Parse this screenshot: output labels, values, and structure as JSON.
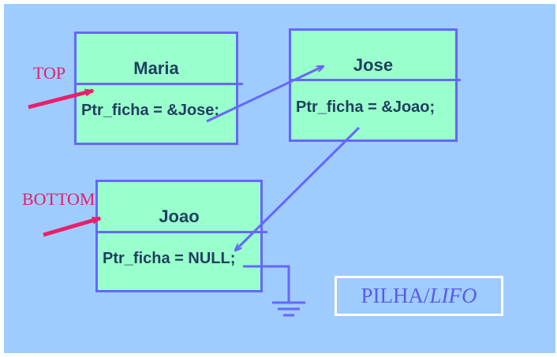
{
  "nodes": {
    "maria": {
      "name": "Maria",
      "pointer": "Ptr_ficha = &Jose;"
    },
    "jose": {
      "name": "Jose",
      "pointer": "Ptr_ficha = &Joao;"
    },
    "joao": {
      "name": "Joao",
      "pointer": "Ptr_ficha = NULL;"
    }
  },
  "markers": {
    "top": "TOP",
    "bottom": "BOTTOM"
  },
  "caption": {
    "main": "PILHA/",
    "italic": "LIFO"
  },
  "colors": {
    "background": "#9fccff",
    "node_fill": "#99ffcc",
    "node_border": "#6666ff",
    "link_arrow": "#6666ff",
    "marker_arrow": "#e8206a",
    "caption_text": "#5a5ae6"
  }
}
